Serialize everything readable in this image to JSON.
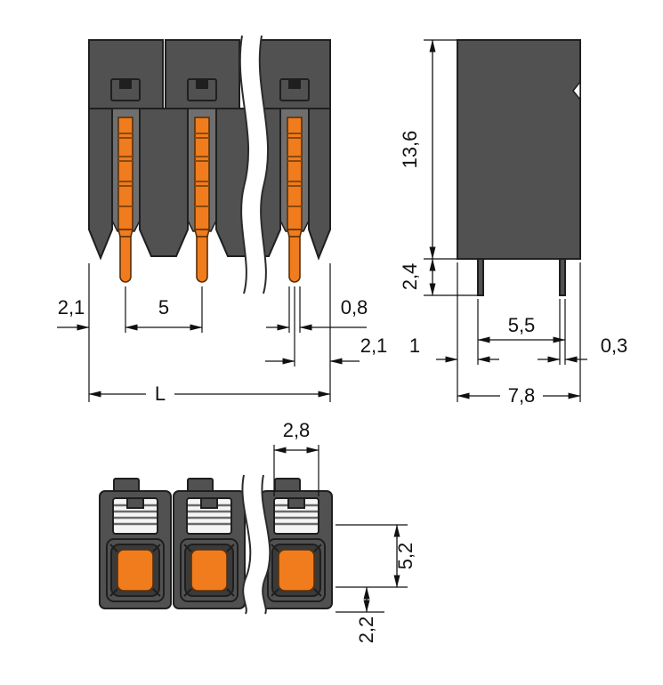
{
  "colors": {
    "background": "#ffffff",
    "housing": "#515151",
    "housing_outline": "#1f1f1f",
    "recess": "#6f6f6f",
    "inner_pocket": "#3a3a3a",
    "stripe_bg": "#f5f5f5",
    "stripe_line": "#6a6a6a",
    "contact_orange": "#f07c1e",
    "contact_orange_dark": "#8a4a0e",
    "dimension": "#111111"
  },
  "views": {
    "front": {
      "dims": {
        "left_offset": "2,1",
        "pin_pitch": "5",
        "pin_width": "0,8",
        "right_offset": "2,1",
        "overall_length": "L"
      }
    },
    "side": {
      "dims": {
        "housing_height": "13,6",
        "pin_protrusion": "2,4",
        "edge_to_pin": "1",
        "pin_span": "5,5",
        "pin_thickness": "0,3",
        "overall_depth": "7,8"
      }
    },
    "top": {
      "dims": {
        "opening_width": "2,8",
        "clamp_unit_depth": "5,2",
        "opening_to_edge": "2,2"
      }
    }
  }
}
